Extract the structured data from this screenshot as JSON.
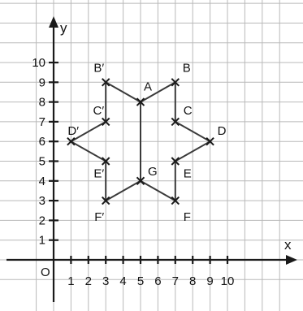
{
  "axes": {
    "x_title": "x",
    "y_title": "y",
    "origin_label": "O",
    "x_ticks": [
      1,
      2,
      3,
      4,
      5,
      6,
      7,
      8,
      9,
      10
    ],
    "y_ticks": [
      1,
      2,
      3,
      4,
      5,
      6,
      7,
      8,
      9,
      10
    ],
    "x_grid_range": [
      -1,
      12
    ],
    "y_grid_range": [
      -1,
      12
    ]
  },
  "points": [
    {
      "label": "A",
      "x": 5,
      "y": 8
    },
    {
      "label": "B",
      "x": 7,
      "y": 9
    },
    {
      "label": "C",
      "x": 7,
      "y": 7
    },
    {
      "label": "D",
      "x": 9,
      "y": 6
    },
    {
      "label": "E",
      "x": 7,
      "y": 5
    },
    {
      "label": "F",
      "x": 7,
      "y": 3
    },
    {
      "label": "G",
      "x": 5,
      "y": 4
    },
    {
      "label": "F′",
      "x": 3,
      "y": 3
    },
    {
      "label": "E′",
      "x": 3,
      "y": 5
    },
    {
      "label": "D′",
      "x": 1,
      "y": 6
    },
    {
      "label": "C′",
      "x": 3,
      "y": 7
    },
    {
      "label": "B′",
      "x": 3,
      "y": 9
    }
  ],
  "segments": [
    [
      "A",
      "B"
    ],
    [
      "B",
      "C"
    ],
    [
      "C",
      "D"
    ],
    [
      "D",
      "E"
    ],
    [
      "E",
      "F"
    ],
    [
      "F",
      "G"
    ],
    [
      "G",
      "F′"
    ],
    [
      "F′",
      "E′"
    ],
    [
      "E′",
      "D′"
    ],
    [
      "D′",
      "C′"
    ],
    [
      "C′",
      "B′"
    ],
    [
      "B′",
      "A"
    ],
    [
      "A",
      "G"
    ]
  ]
}
